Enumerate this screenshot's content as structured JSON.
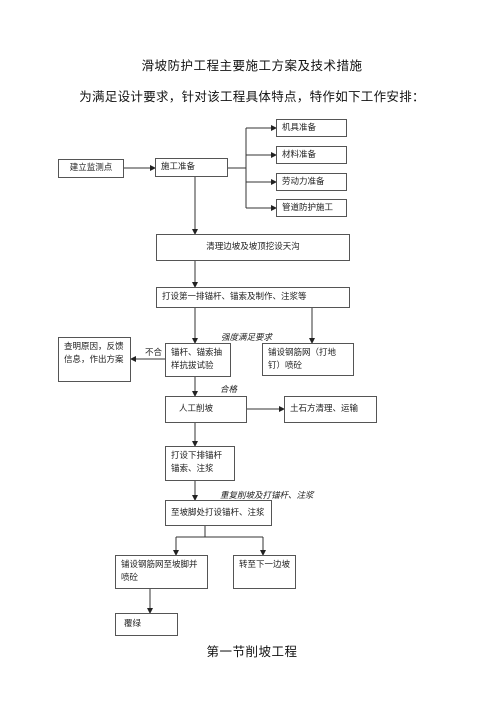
{
  "document": {
    "title": "滑坡防护工程主要施工方案及技术措施",
    "intro": "为满足设计要求，针对该工程具体特点，特作如下工作安排：",
    "footer": "第一节削坡工程"
  },
  "flowchart": {
    "nodes": {
      "monitor": "建立监测点",
      "prep": "施工准备",
      "machine": "机具准备",
      "material": "材料准备",
      "labor": "劳动力准备",
      "pipe": "管道防护施工",
      "clear": "清理边坡及坡顶挖设天沟",
      "firstrow": "打设第一排锚杆、锚索及制作、注浆等",
      "investigate": "查明原因，反馈信息，作出方案",
      "pulltest": "锚杆、锚索抽样抗拔试验",
      "mesh1": "铺设钢筋网（打地钉）喷砼",
      "cut": "人工削坡",
      "earth": "土石方清理、运输",
      "nextrow": "打设下排锚杆锚索、注浆",
      "toe": "至坡脚处打设锚杆、注浆",
      "mesh2": "铺设钢筋网至坡脚并喷砼",
      "nextside": "转至下一边坡",
      "green": "覆绿"
    },
    "labels": {
      "fail": "不合",
      "strength": "强度满足要求",
      "pass": "合格",
      "repeat": "重复削坡及打锚杆、注浆"
    }
  }
}
